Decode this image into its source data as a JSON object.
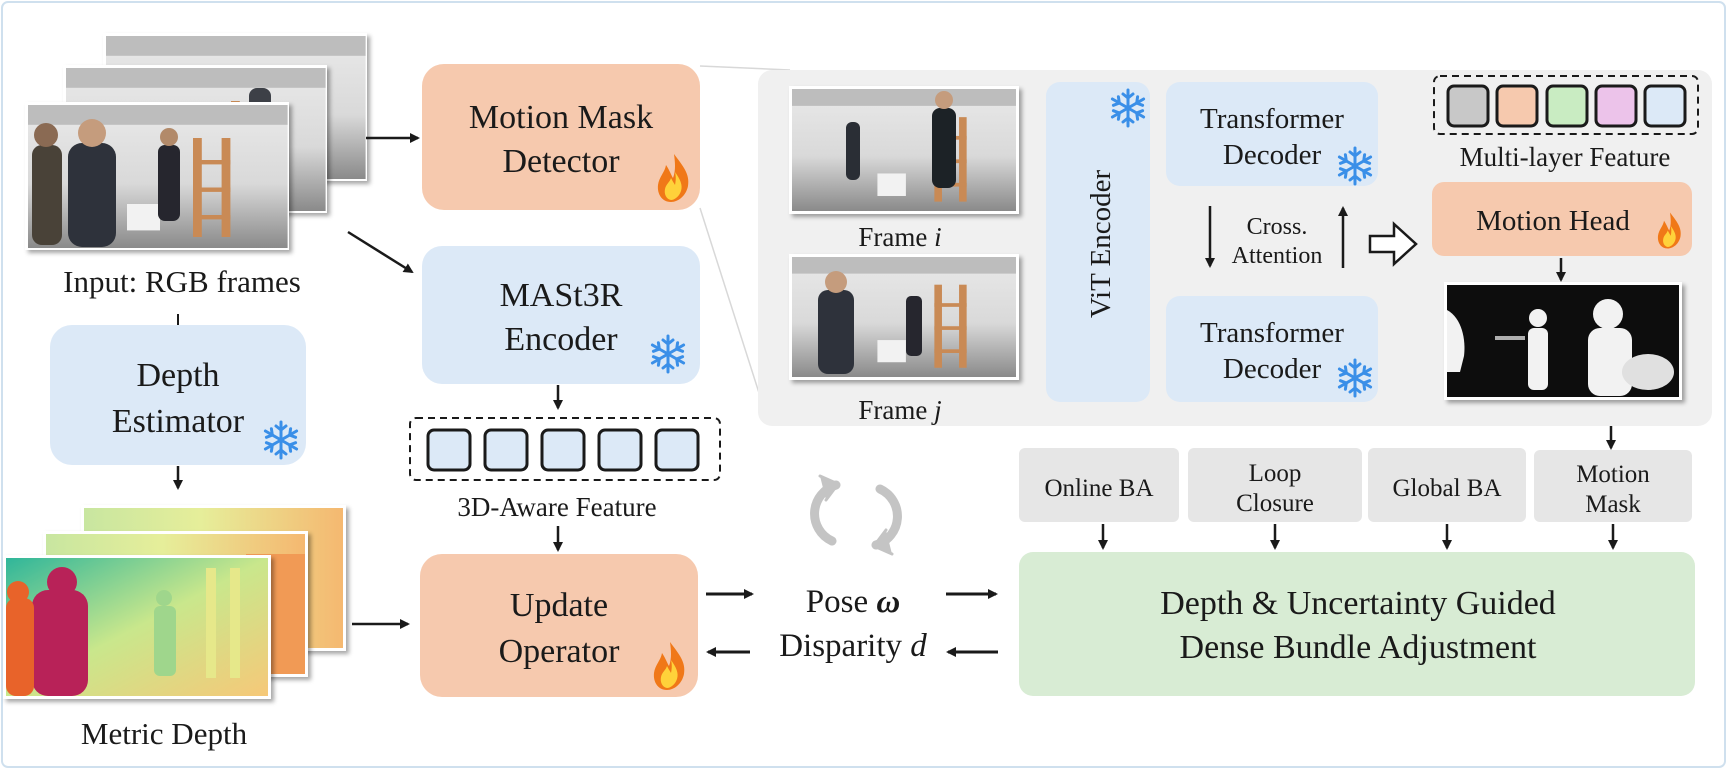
{
  "input": {
    "caption": "Input: RGB frames"
  },
  "depth_estimator": {
    "line1": "Depth",
    "line2": "Estimator"
  },
  "metric_depth": {
    "caption": "Metric Depth"
  },
  "motion_mask_detector": {
    "line1": "Motion Mask",
    "line2": "Detector"
  },
  "mast3r_encoder": {
    "line1": "MASt3R",
    "line2": "Encoder"
  },
  "aware_feature": {
    "caption": "3D-Aware Feature"
  },
  "update_operator": {
    "line1": "Update",
    "line2": "Operator"
  },
  "pose": {
    "label": "Pose",
    "symbol": "ω"
  },
  "disparity": {
    "label": "Disparity",
    "symbol": "d"
  },
  "detail": {
    "frame_i": {
      "label": "Frame",
      "symbol": "i"
    },
    "frame_j": {
      "label": "Frame",
      "symbol": "j"
    },
    "vit_encoder": "ViT Encoder",
    "decoder_top": {
      "line1": "Transformer",
      "line2": "Decoder"
    },
    "decoder_bottom": {
      "line1": "Transformer",
      "line2": "Decoder"
    },
    "cross_attention": {
      "line1": "Cross.",
      "line2": "Attention"
    },
    "multi_layer_feature": "Multi-layer Feature",
    "motion_head": "Motion Head",
    "feature_colors": [
      "#c8c8c8",
      "#f6c9ae",
      "#c9ecc2",
      "#ecc3ea",
      "#dce9f7"
    ]
  },
  "ba_inputs": [
    {
      "line1": "Online BA",
      "line2": ""
    },
    {
      "line1": "Loop",
      "line2": "Closure"
    },
    {
      "line1": "Global BA",
      "line2": ""
    },
    {
      "line1": "Motion",
      "line2": "Mask"
    }
  ],
  "dense_ba": {
    "line1": "Depth & Uncertainty Guided",
    "line2": "Dense Bundle Adjustment"
  },
  "colors": {
    "frozen_blue": "#dce9f7",
    "trainable_orange": "#f6c9ae",
    "ba_green": "#d8ecd4",
    "gray_box": "#e6e6e6",
    "panel_gray": "#f0f0f0",
    "snowflake": "#3a8fe8"
  }
}
